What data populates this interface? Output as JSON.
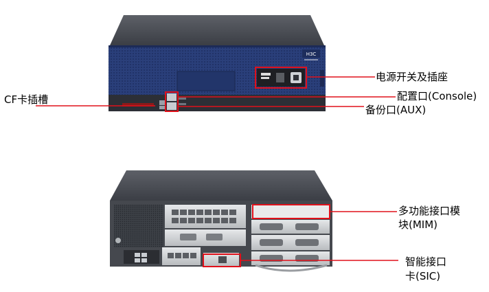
{
  "front_device": {
    "brand_logo": "H3C",
    "labels": {
      "power": "电源开关及插座",
      "console": "配置口(Console)",
      "aux": "备份口(AUX)",
      "cf_slot": "CF卡插槽"
    }
  },
  "rear_device": {
    "labels": {
      "mim_line1": "多功能接口模",
      "mim_line2": "块(MIM)",
      "sic_line1": "智能接口",
      "sic_line2": "卡(SIC)"
    }
  },
  "colors": {
    "callout": "#e0101a",
    "front_panel": "#2a3f7a",
    "chassis_dark": "#3a3d44",
    "chassis_top": "#6b6e75",
    "rear_panel": "#4a4c52",
    "module_face": "#d8dadc"
  }
}
